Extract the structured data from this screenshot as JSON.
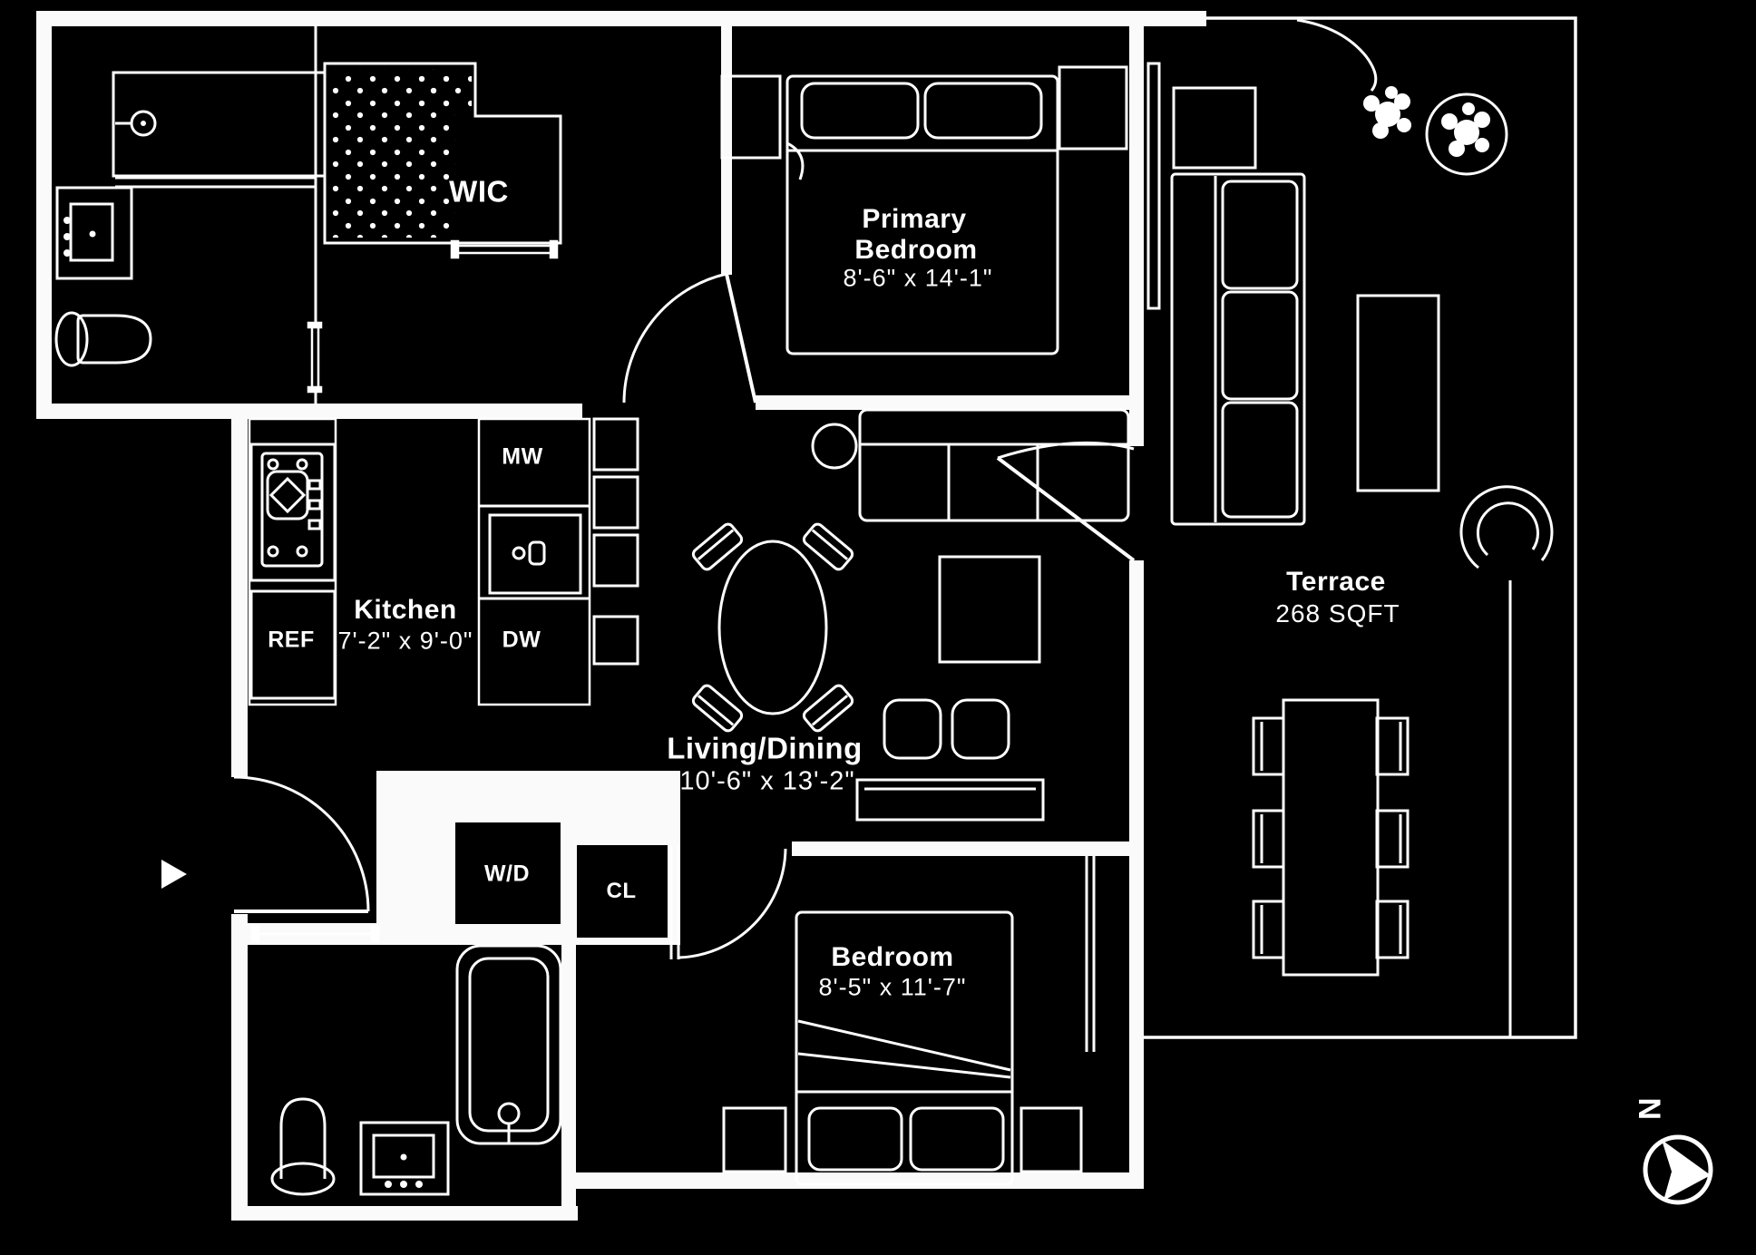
{
  "colors": {
    "background": "#000000",
    "line": "#ffffff"
  },
  "plan": {
    "rooms": {
      "primary_bedroom": {
        "name_line1": "Primary",
        "name_line2": "Bedroom",
        "dims": "8'-6\" x 14'-1\""
      },
      "wic": {
        "name": "WIC"
      },
      "kitchen": {
        "name": "Kitchen",
        "dims": "7'-2\" x 9'-0\""
      },
      "living_dining": {
        "name": "Living/Dining",
        "dims": "10'-6\" x 13'-2\""
      },
      "bedroom": {
        "name": "Bedroom",
        "dims": "8'-5\" x 11'-7\""
      },
      "terrace": {
        "name": "Terrace",
        "area": "268 SQFT"
      }
    },
    "fixtures": {
      "refrigerator": "REF",
      "microwave": "MW",
      "dishwasher": "DW",
      "washer_dryer": "W/D",
      "closet": "CL"
    },
    "compass": {
      "north_label": "N"
    }
  }
}
